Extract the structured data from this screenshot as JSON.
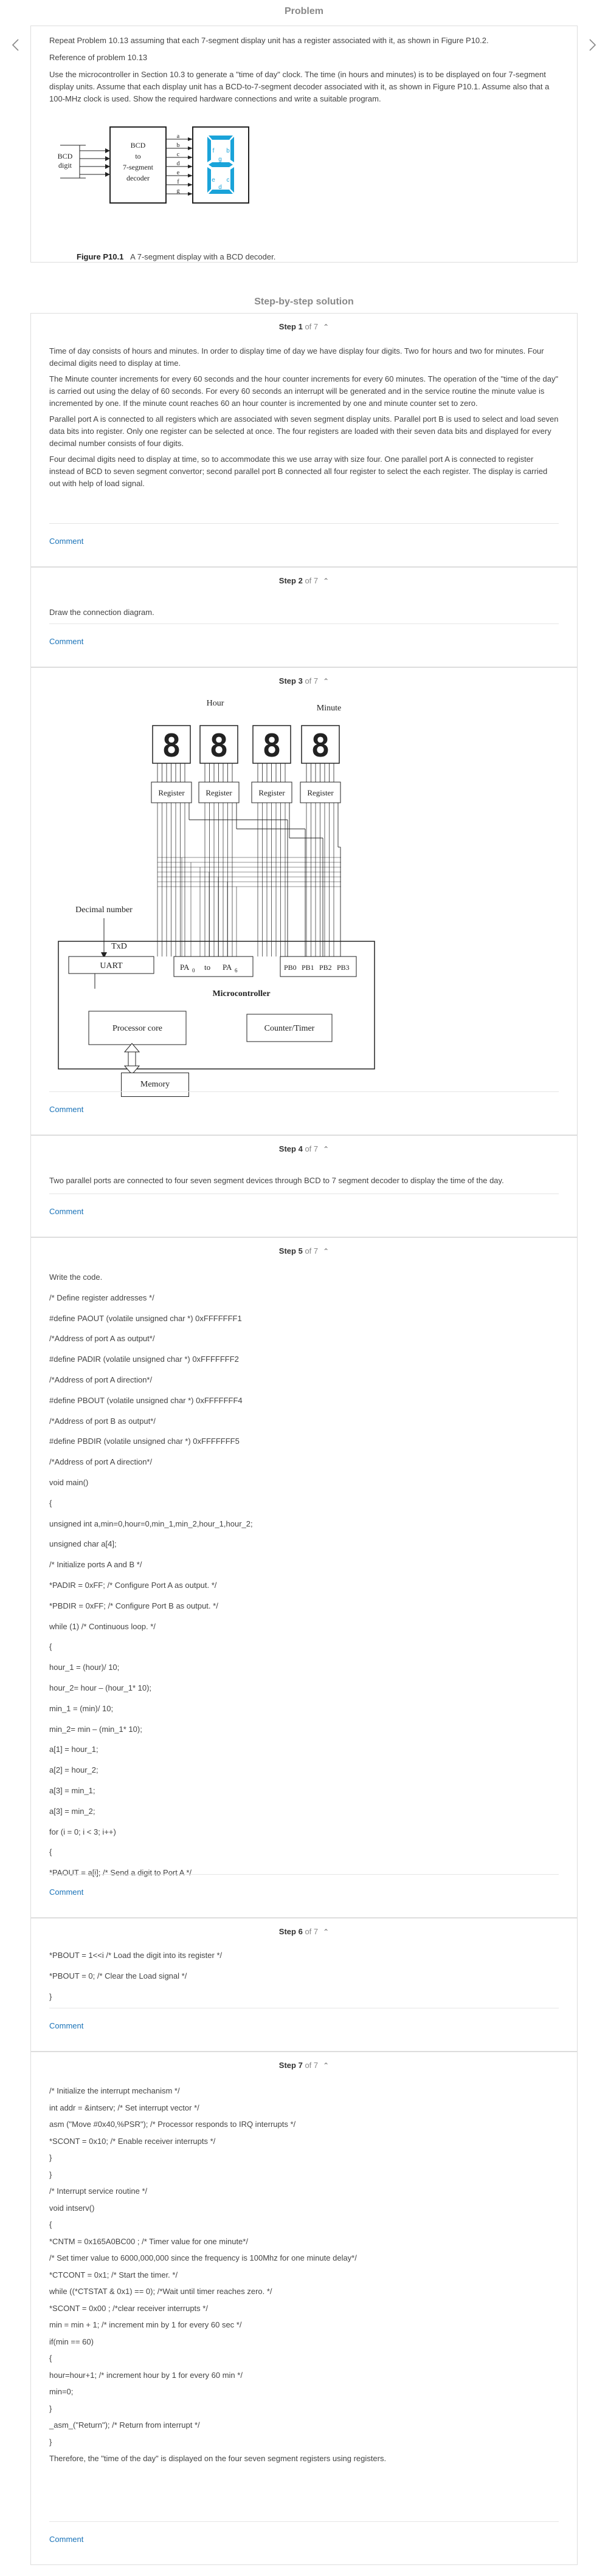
{
  "problem": {
    "header": "Problem",
    "paragraphs": [
      "Repeat Problem 10.13 assuming that each 7-segment display unit has a register associated with it, as shown in Figure P10.2.",
      "Reference of problem 10.13",
      "Use the microcontroller in Section 10.3 to generate a \"time of day\" clock. The time (in hours and minutes) is to be displayed on four 7-segment display units. Assume that each display unit has a BCD-to-7-segment decoder associated with it, as shown in Figure P10.1. Assume also that a 100-MHz clock is used. Show the required hardware connections and write a suitable program."
    ],
    "figure": {
      "bcd_label": "BCD",
      "digit_label": "digit",
      "decoder_lines": [
        "BCD",
        "to",
        "7-segment",
        "decoder"
      ],
      "segments": [
        "a",
        "b",
        "c",
        "d",
        "e",
        "f",
        "g"
      ],
      "caption_num": "Figure P10.1",
      "caption_text": "A 7-segment display with a BCD decoder.",
      "accent": "#1aa3d9"
    }
  },
  "solution": {
    "title": "Step-by-step solution"
  },
  "steps": [
    {
      "label": "Step 1",
      "of": "of 7",
      "paragraphs": [
        "Time of day consists of hours and minutes. In order to display time of day we have display four digits. Two for hours and two for minutes. Four decimal digits need to display at time.",
        "The Minute counter increments for every 60 seconds and the hour counter increments for every 60 minutes. The operation of the \"time of the day\" is carried out using the delay of 60 seconds. For every 60 seconds an interrupt will be generated and in the service routine the minute value is incremented by one. If the minute count reaches 60 an hour counter is incremented by one and minute counter set to zero.",
        "Parallel port A is connected to all registers which are associated with seven segment display units. Parallel port B is used to select and load seven data bits into register. Only one register can be selected at once. The four registers are loaded with their seven data bits and displayed for every decimal number consists of four digits.",
        "Four decimal digits need to display at time, so to accommodate this we use array with size four. One parallel port A is connected to register instead of BCD to seven segment convertor; second parallel port B connected all four register to select the each register. The display is carried out with help of load signal."
      ],
      "comment": "Comment"
    },
    {
      "label": "Step 2",
      "of": "of 7",
      "paragraphs": [
        "Draw the connection diagram."
      ],
      "comment": "Comment"
    },
    {
      "label": "Step 3",
      "of": "of 7",
      "comment": "Comment",
      "diagram": {
        "hour": "Hour",
        "minute": "Minute",
        "register": "Register",
        "decimal_number": "Decimal number",
        "txd": "TxD",
        "uart": "UART",
        "pa_from": "PA",
        "pa_sub0": "0",
        "pa_to": "to",
        "pa_end": "PA",
        "pa_sub6": "6",
        "pb_labels": [
          "PB0",
          "PB1",
          "PB2",
          "PB3"
        ],
        "microcontroller": "Microcontroller",
        "processor": "Processor core",
        "counter": "Counter/Timer",
        "memory": "Memory",
        "digit_glyph": "8"
      }
    },
    {
      "label": "Step 4",
      "of": "of 7",
      "paragraphs": [
        "Two parallel ports are connected to four seven segment devices through BCD to 7 segment decoder to display the time of the day."
      ],
      "comment": "Comment"
    },
    {
      "label": "Step 5",
      "of": "of 7",
      "comment": "Comment",
      "lines": [
        "Write the code.",
        "/* Define register addresses */",
        "#define PAOUT (volatile unsigned char *) 0xFFFFFFF1",
        "/*Address of port A as output*/",
        "#define PADIR (volatile unsigned char *) 0xFFFFFFF2",
        "/*Address of port A direction*/",
        "#define PBOUT (volatile unsigned char *) 0xFFFFFFF4",
        "/*Address of port B as output*/",
        "#define PBDIR (volatile unsigned char *) 0xFFFFFFF5",
        "/*Address of port A direction*/",
        "void main()",
        "{",
        "unsigned int a,min=0,hour=0,min_1,min_2,hour_1,hour_2;",
        "unsigned char a[4];",
        "/* Initialize ports A and B */",
        "*PADIR = 0xFF; /* Configure Port A as output. */",
        "*PBDIR = 0xFF; /* Configure Port B as output. */",
        "while (1) /* Continuous loop. */",
        "{",
        "hour_1 = (hour)/ 10;",
        "hour_2= hour – (hour_1* 10);",
        "min_1 = (min)/ 10;",
        "min_2= min – (min_1* 10);",
        "a[1] = hour_1;",
        "a[2] = hour_2;",
        "a[3] = min_1;",
        "a[3] = min_2;",
        "for (i = 0; i < 3; i++)",
        "{",
        "*PAOUT = a[i]; /* Send a digit to Port A */"
      ]
    },
    {
      "label": "Step 6",
      "of": "of 7",
      "comment": "Comment",
      "lines": [
        "*PBOUT = 1<<i /* Load the digit into its register */",
        "*PBOUT = 0; /* Clear the Load signal */",
        "}"
      ]
    },
    {
      "label": "Step 7",
      "of": "of 7",
      "comment": "Comment",
      "lines": [
        "/* Initialize the interrupt mechanism */",
        "int addr = &intserv; /* Set interrupt vector */",
        "asm (\"Move #0x40,%PSR\"); /* Processor responds to IRQ interrupts */",
        "*SCONT = 0x10; /* Enable receiver interrupts */",
        "}",
        "}",
        "/* Interrupt service routine */",
        "void intserv()",
        "{",
        "*CNTM = 0x165A0BC00 ; /* Timer value for one minute*/",
        "/* Set timer value to 6000,000,000 since the frequency is 100Mhz for one minute delay*/",
        "*CTCONT = 0x1; /* Start the timer. */",
        "while ((*CTSTAT & 0x1) == 0); /*Wait until timer reaches zero. */",
        "*SCONT = 0x00 ; /*clear receiver interrupts */",
        "min = min + 1; /* increment min by 1 for every 60 sec */",
        "if(min == 60)",
        "{",
        "hour=hour+1; /* increment hour by 1 for every 60 min */",
        "min=0;",
        "}",
        "_asm_(\"Return\"); /* Return from interrupt */",
        "}",
        "Therefore, the \"time of the day\" is displayed on the four seven segment registers using registers."
      ]
    }
  ]
}
